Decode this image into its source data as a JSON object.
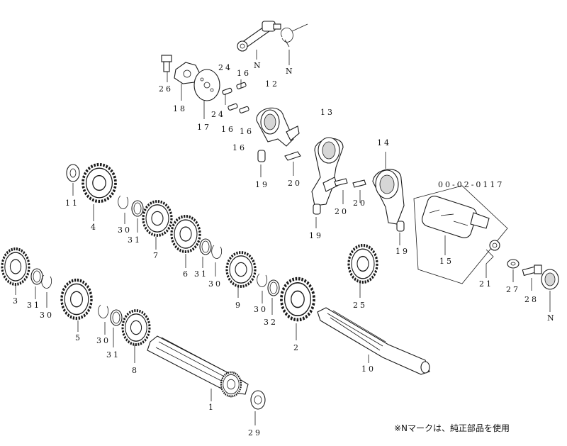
{
  "labels": {
    "N_top": "N",
    "N_spring": "N",
    "p26": "26",
    "p18": "18",
    "p17": "17",
    "p24a": "24",
    "p24b": "24",
    "p16a": "16",
    "p16b": "16",
    "p16c": "16",
    "p16d": "16",
    "p12": "12",
    "p13": "13",
    "p14": "14",
    "p19a": "19",
    "p19b": "19",
    "p19c": "19",
    "p20a": "20",
    "p20b": "20",
    "p20c": "20",
    "assy": "00-02-0117",
    "p15": "15",
    "p21": "21",
    "p27": "27",
    "p28": "28",
    "N_cap": "N",
    "p11": "11",
    "p4": "4",
    "p30a": "30",
    "p31a": "31",
    "p7": "7",
    "p6": "6",
    "p31b": "31",
    "p30b": "30",
    "p9": "9",
    "p30c": "30",
    "p32": "32",
    "p25": "25",
    "p2": "2",
    "p3": "3",
    "p31c": "31",
    "p30d": "30",
    "p5": "5",
    "p30e": "30",
    "p31d": "31",
    "p8": "8",
    "p10": "10",
    "p1": "1",
    "p29": "29"
  },
  "note": "※Nマークは、純正部品を使用"
}
